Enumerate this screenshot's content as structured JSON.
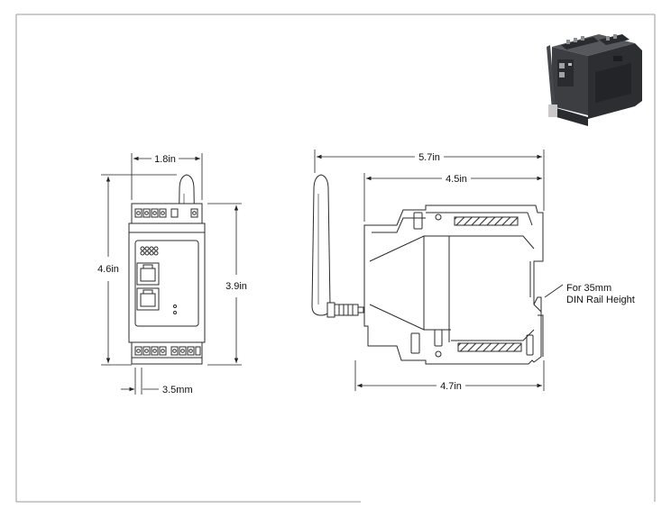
{
  "dimensions": {
    "front_width": "1.8in",
    "front_height": "4.6in",
    "front_body_height": "3.9in",
    "front_pitch": "3.5mm",
    "side_overall_width": "5.7in",
    "side_body_width": "4.5in",
    "side_base_width": "4.7in"
  },
  "notes": {
    "din_line1": "For 35mm",
    "din_line2": "DIN Rail Height"
  },
  "colors": {
    "line": "#2b2b2b",
    "hatch": "#333333",
    "render_body": "#3c3e42",
    "render_dark": "#232427"
  },
  "icons": {
    "render": "device-3d-render-icon"
  }
}
